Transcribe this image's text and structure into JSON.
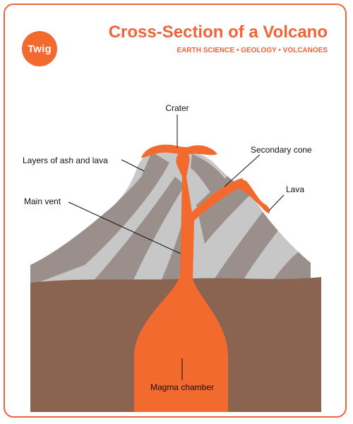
{
  "header": {
    "logo_text": "Twig",
    "title": "Cross-Section of a Volcano",
    "subtitle": "EARTH SCIENCE • GEOLOGY • VOLCANOES"
  },
  "labels": {
    "crater": "Crater",
    "layers": "Layers of ash and lava",
    "secondary_cone": "Secondary cone",
    "lava": "Lava",
    "main_vent": "Main vent",
    "magma_chamber": "Magma chamber"
  },
  "colors": {
    "accent": "#f0643a",
    "lava": "#f26a2e",
    "ground": "#8a6450",
    "dark_layer": "#9b8f8b",
    "light_layer": "#c7c7c7"
  }
}
